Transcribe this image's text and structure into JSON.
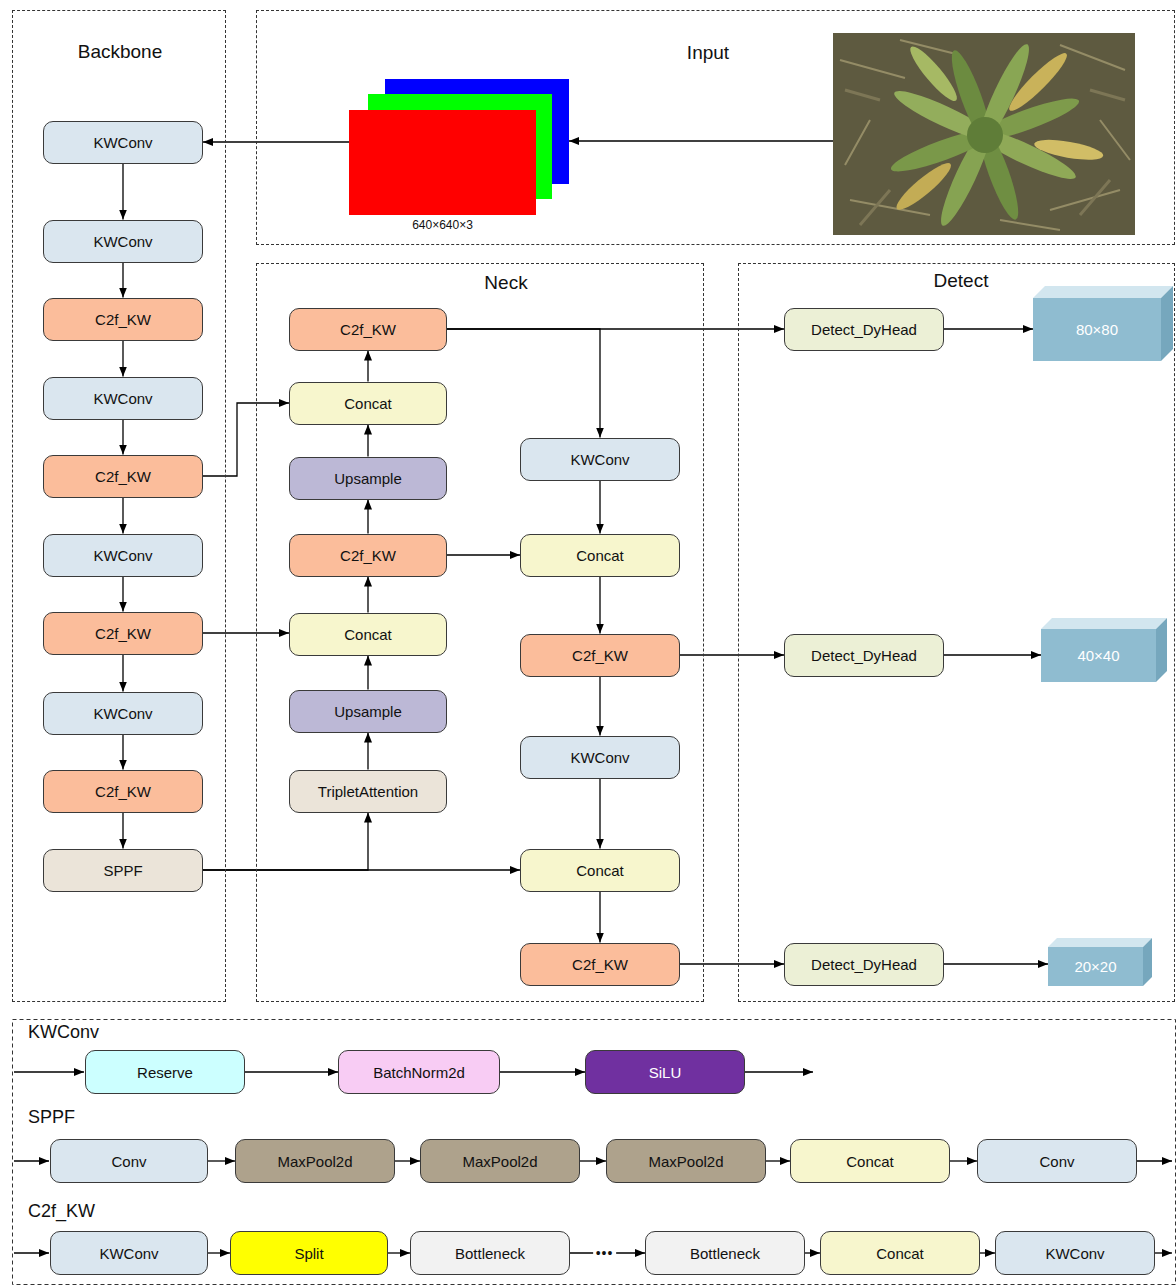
{
  "diagram": {
    "nodes": [
      {
        "text": [
          "Backbone"
        ]
      },
      {
        "text": [
          "KWConv"
        ],
        "in": 0
      },
      {
        "text": [
          "KWConv"
        ],
        "in": 0
      },
      {
        "text": [
          "C2f_KW"
        ],
        "in": 0
      },
      {
        "text": [
          "KWConv"
        ],
        "in": 0
      },
      {
        "text": [
          "C2f_KW"
        ],
        "in": 0
      },
      {
        "text": [
          "KWConv"
        ],
        "in": 0
      },
      {
        "text": [
          "C2f_KW"
        ],
        "in": 0
      },
      {
        "text": [
          "KWConv"
        ],
        "in": 0
      },
      {
        "text": [
          "C2f_KW"
        ],
        "in": 0
      },
      {
        "text": [
          "SPPF"
        ],
        "in": 0
      },
      {
        "text": [
          "Input"
        ]
      },
      {
        "text": [
          "640×640×3"
        ],
        "in": 11
      },
      {
        "text": [
          "Neck"
        ]
      },
      {
        "text": [
          "C2f_KW"
        ],
        "in": 13
      },
      {
        "text": [
          "Concat"
        ],
        "in": 13
      },
      {
        "text": [
          "Upsample"
        ],
        "in": 13
      },
      {
        "text": [
          "C2f_KW"
        ],
        "in": 13
      },
      {
        "text": [
          "Concat"
        ],
        "in": 13
      },
      {
        "text": [
          "Upsample"
        ],
        "in": 13
      },
      {
        "text": [
          "TripletAttention"
        ],
        "in": 13
      },
      {
        "text": [
          "KWConv"
        ],
        "in": 13
      },
      {
        "text": [
          "Concat"
        ],
        "in": 13
      },
      {
        "text": [
          "C2f_KW"
        ],
        "in": 13
      },
      {
        "text": [
          "KWConv"
        ],
        "in": 13
      },
      {
        "text": [
          "Concat"
        ],
        "in": 13
      },
      {
        "text": [
          "C2f_KW"
        ],
        "in": 13
      },
      {
        "text": [
          "Detect"
        ]
      },
      {
        "text": [
          "Detect_DyHead"
        ],
        "in": 27
      },
      {
        "text": [
          "80×80"
        ],
        "in": 27
      },
      {
        "text": [
          "Detect_DyHead"
        ],
        "in": 27
      },
      {
        "text": [
          "40×40"
        ],
        "in": 27
      },
      {
        "text": [
          "Detect_DyHead"
        ],
        "in": 27
      },
      {
        "text": [
          "20×20"
        ],
        "in": 27
      },
      {
        "text": [
          "Reserve"
        ]
      },
      {
        "text": [
          "BatchNorm2d"
        ]
      },
      {
        "text": [
          "SiLU"
        ]
      },
      {
        "text": [
          "Conv"
        ]
      },
      {
        "text": [
          "MaxPool2d"
        ]
      },
      {
        "text": [
          "MaxPool2d"
        ]
      },
      {
        "text": [
          "MaxPool2d"
        ]
      },
      {
        "text": [
          "Concat"
        ]
      },
      {
        "text": [
          "Conv"
        ]
      },
      {
        "text": [
          "KWConv"
        ]
      },
      {
        "text": [
          "Split"
        ]
      },
      {
        "text": [
          "Bottleneck"
        ]
      },
      {
        "text": [
          "Bottleneck"
        ]
      },
      {
        "text": [
          "Concat"
        ]
      },
      {
        "text": [
          "KWConv"
        ]
      }
    ],
    "edges": [
      {
        "from": 1,
        "to": 2,
        "arrow": "to"
      },
      {
        "from": 2,
        "to": 3,
        "arrow": "to"
      },
      {
        "from": 3,
        "to": 4,
        "arrow": "to"
      },
      {
        "from": 4,
        "to": 5,
        "arrow": "to"
      },
      {
        "from": 5,
        "to": 6,
        "arrow": "to"
      },
      {
        "from": 6,
        "to": 7,
        "arrow": "to"
      },
      {
        "from": 7,
        "to": 8,
        "arrow": "to"
      },
      {
        "from": 8,
        "to": 9,
        "arrow": "to"
      },
      {
        "from": 9,
        "to": 10,
        "arrow": "to"
      },
      {
        "from": 12,
        "to": 1,
        "arrow": "to"
      },
      {
        "from": 5,
        "to": 15,
        "arrow": "to"
      },
      {
        "from": 7,
        "to": 18,
        "arrow": "to"
      },
      {
        "from": 10,
        "to": 20,
        "arrow": "to"
      },
      {
        "from": 10,
        "to": 25,
        "arrow": "to"
      },
      {
        "from": 20,
        "to": 19,
        "arrow": "to"
      },
      {
        "from": 19,
        "to": 18,
        "arrow": "to"
      },
      {
        "from": 18,
        "to": 17,
        "arrow": "to"
      },
      {
        "from": 17,
        "to": 16,
        "arrow": "to"
      },
      {
        "from": 16,
        "to": 15,
        "arrow": "to"
      },
      {
        "from": 15,
        "to": 14,
        "arrow": "to"
      },
      {
        "from": 14,
        "to": 28,
        "arrow": "to"
      },
      {
        "from": 14,
        "to": 21,
        "arrow": "to"
      },
      {
        "from": 17,
        "to": 22,
        "arrow": "to"
      },
      {
        "from": 21,
        "to": 22,
        "arrow": "to"
      },
      {
        "from": 22,
        "to": 23,
        "arrow": "to"
      },
      {
        "from": 23,
        "to": 30,
        "arrow": "to"
      },
      {
        "from": 23,
        "to": 24,
        "arrow": "to"
      },
      {
        "from": 24,
        "to": 25,
        "arrow": "to"
      },
      {
        "from": 25,
        "to": 26,
        "arrow": "to"
      },
      {
        "from": 26,
        "to": 32,
        "arrow": "to"
      },
      {
        "from": 28,
        "to": 29,
        "arrow": "to"
      },
      {
        "from": 30,
        "to": 31,
        "arrow": "to"
      },
      {
        "from": 32,
        "to": 33,
        "arrow": "to"
      },
      {
        "from": 34,
        "to": 35,
        "arrow": "to"
      },
      {
        "from": 35,
        "to": 36,
        "arrow": "to"
      },
      {
        "from": 37,
        "to": 38,
        "arrow": "to"
      },
      {
        "from": 38,
        "to": 39,
        "arrow": "to"
      },
      {
        "from": 39,
        "to": 40,
        "arrow": "to"
      },
      {
        "from": 40,
        "to": 41,
        "arrow": "to"
      },
      {
        "from": 41,
        "to": 42,
        "arrow": "to"
      },
      {
        "from": 43,
        "to": 44,
        "arrow": "to"
      },
      {
        "from": 44,
        "to": 45,
        "arrow": "to"
      },
      {
        "from": 45,
        "to": 46,
        "label": "•••",
        "arrow": "to"
      },
      {
        "from": 46,
        "to": 47,
        "arrow": "to"
      },
      {
        "from": 47,
        "to": 48,
        "arrow": "to"
      }
    ],
    "labels": [
      "KWConv",
      "SPPF",
      "C2f_KW"
    ]
  }
}
